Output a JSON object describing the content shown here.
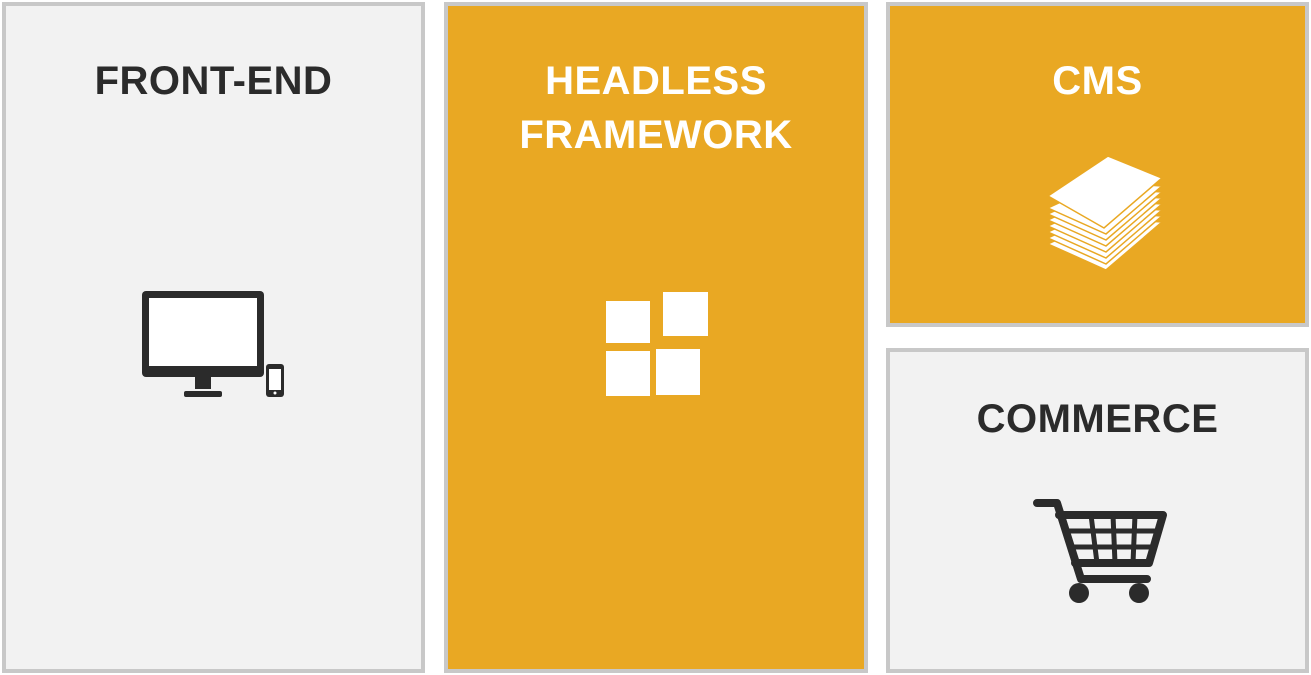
{
  "panels": {
    "frontend": {
      "title_line1": "FRONT-END",
      "title_line2": "",
      "icon": "desktop-and-phone-icon"
    },
    "headless": {
      "title_line1": "HEADLESS",
      "title_line2": "FRAMEWORK",
      "icon": "grid-blocks-icon"
    },
    "cms": {
      "title_line1": "CMS",
      "title_line2": "",
      "icon": "document-stack-icon"
    },
    "commerce": {
      "title_line1": "COMMERCE",
      "title_line2": "",
      "icon": "shopping-cart-icon"
    }
  },
  "colors": {
    "accent": "#e9a823",
    "light_panel": "#f2f2f2",
    "border": "#c8c8c8",
    "dark_text": "#2b2b2b",
    "light_text": "#ffffff"
  }
}
